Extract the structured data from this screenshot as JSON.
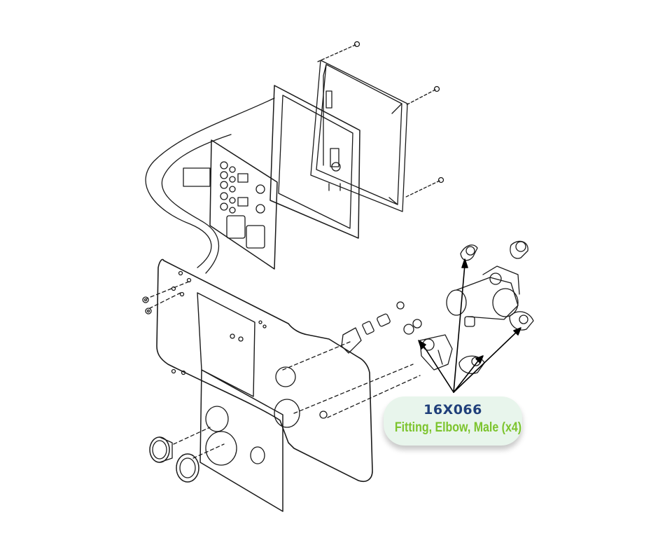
{
  "callout": {
    "part_number": "16X066",
    "description": "Fitting, Elbow, Male (x4)",
    "part_number_color": "#1f3f7a",
    "description_color": "#7cc42d",
    "background": "#e8f5ec"
  },
  "drawing": {
    "line_color": "#1a1a1a",
    "style": "exploded line-art assembly"
  }
}
